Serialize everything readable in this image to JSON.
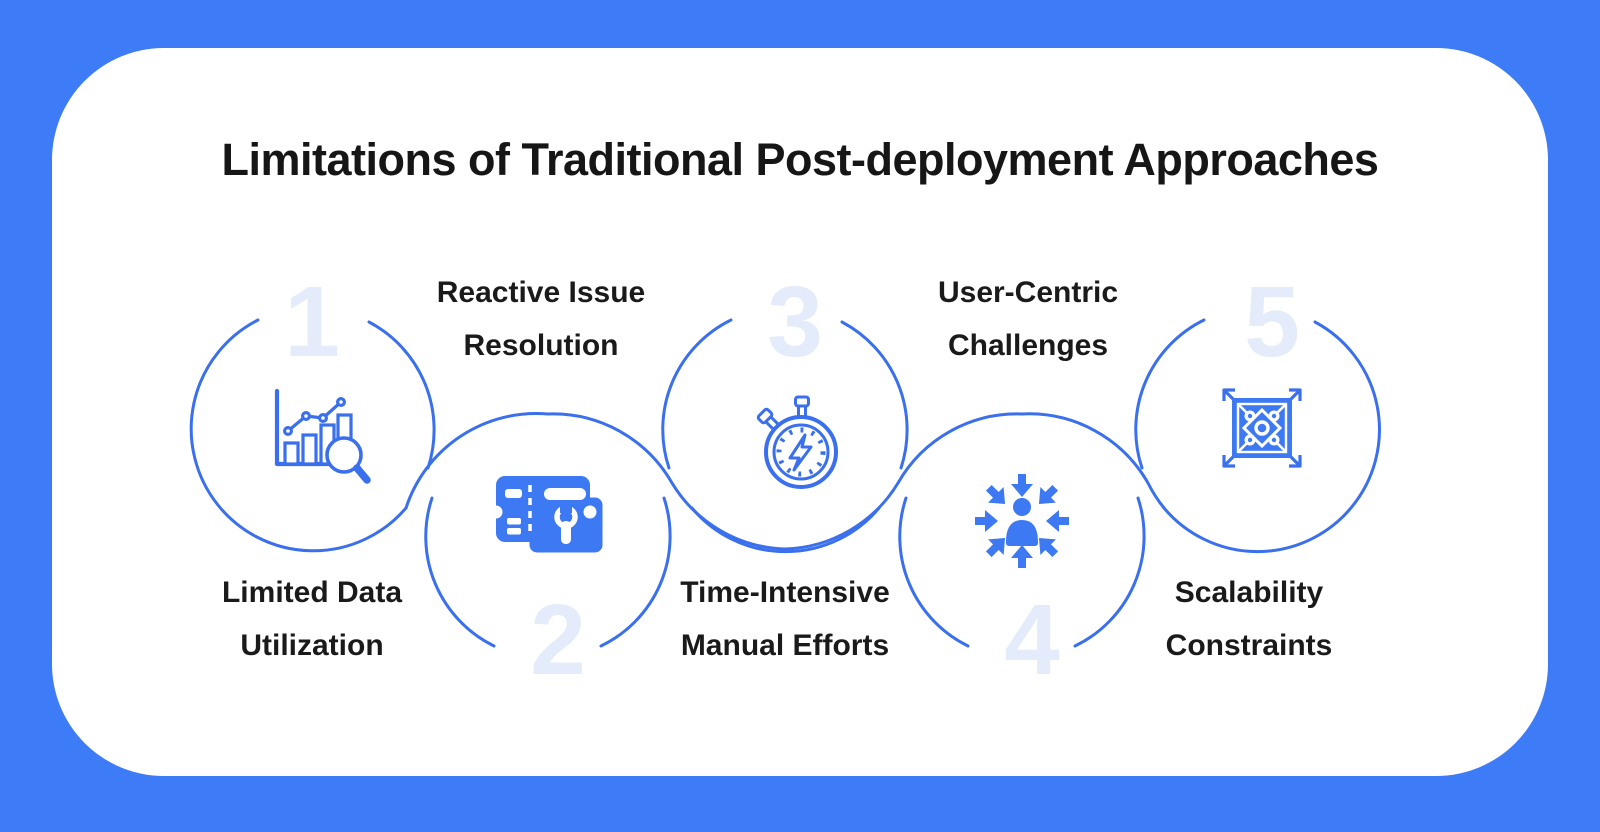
{
  "title": "Limitations of Traditional Post-deployment Approaches",
  "steps": [
    {
      "number": "1",
      "label_line1": "Limited Data",
      "label_line2": "Utilization",
      "icon": "bar-chart-magnifier-icon",
      "circle_position": "top",
      "label_position": "below"
    },
    {
      "number": "2",
      "label_line1": "Reactive Issue",
      "label_line2": "Resolution",
      "icon": "ticket-wrench-icon",
      "circle_position": "bottom",
      "label_position": "above"
    },
    {
      "number": "3",
      "label_line1": "Time-Intensive",
      "label_line2": "Manual Efforts",
      "icon": "stopwatch-icon",
      "circle_position": "top",
      "label_position": "below"
    },
    {
      "number": "4",
      "label_line1": "User-Centric",
      "label_line2": "Challenges",
      "icon": "user-focus-arrows-icon",
      "circle_position": "bottom",
      "label_position": "above"
    },
    {
      "number": "5",
      "label_line1": "Scalability",
      "label_line2": "Constraints",
      "icon": "scale-expand-icon",
      "circle_position": "top",
      "label_position": "below"
    }
  ],
  "colors": {
    "background_blue": "#3D7BF7",
    "line_blue": "#3A6FED",
    "icon_blue": "#3C79F3",
    "pale_number_blue": "#E4EBFA",
    "text_ink": "#1A1A1A",
    "card_white": "#FFFFFF"
  }
}
